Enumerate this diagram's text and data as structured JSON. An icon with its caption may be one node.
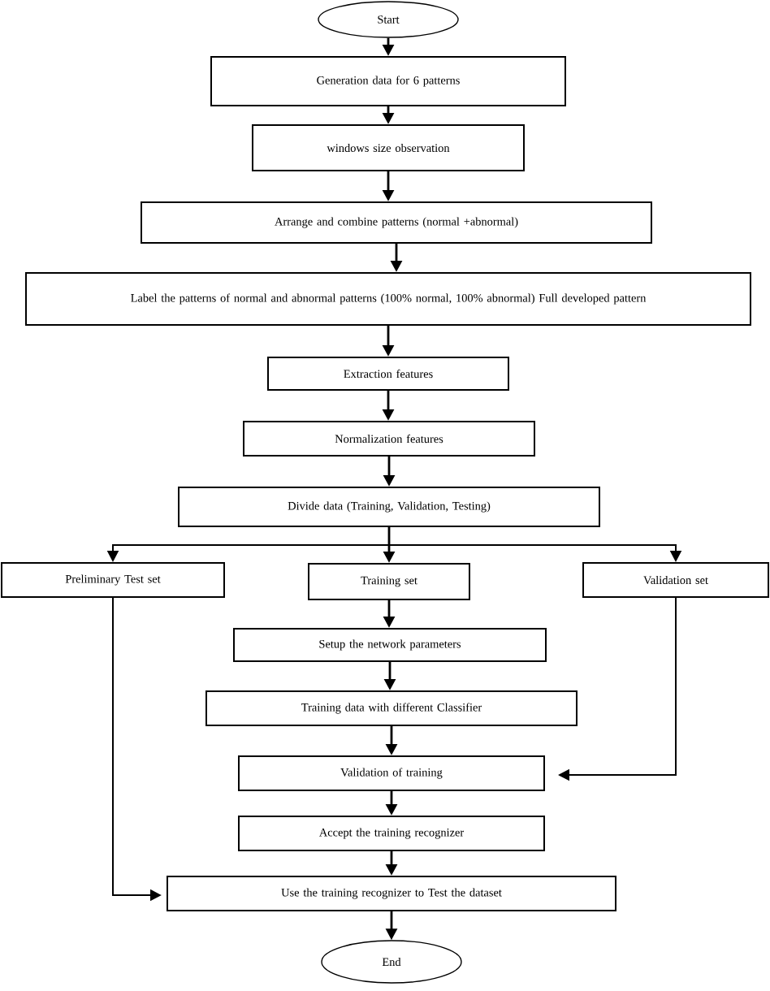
{
  "diagram": {
    "nodes": [
      {
        "text": [
          "Start"
        ]
      },
      {
        "text": [
          "Generation data for 6 patterns"
        ]
      },
      {
        "text": [
          "windows size observation"
        ]
      },
      {
        "text": [
          "Arrange and combine patterns (normal +abnormal)"
        ]
      },
      {
        "text": [
          "Label the patterns of normal and abnormal patterns (100% normal, 100% abnormal) Full developed pattern"
        ]
      },
      {
        "text": [
          "Extraction features"
        ]
      },
      {
        "text": [
          "Normalization features"
        ]
      },
      {
        "text": [
          "Divide data (Training, Validation, Testing)"
        ]
      },
      {
        "text": [
          "Preliminary Test set"
        ]
      },
      {
        "text": [
          "Training set"
        ]
      },
      {
        "text": [
          "Validation set"
        ]
      },
      {
        "text": [
          "Setup the network parameters"
        ]
      },
      {
        "text": [
          "Training data with different Classifier"
        ]
      },
      {
        "text": [
          "Validation of training"
        ]
      },
      {
        "text": [
          "Accept the training recognizer"
        ]
      },
      {
        "text": [
          "Use the training recognizer to Test the dataset"
        ]
      },
      {
        "text": [
          "End"
        ]
      }
    ],
    "edges": [
      {
        "from": 0,
        "to": 1,
        "arrow": "to"
      },
      {
        "from": 1,
        "to": 2,
        "arrow": "to"
      },
      {
        "from": 2,
        "to": 3,
        "arrow": "to"
      },
      {
        "from": 3,
        "to": 4,
        "arrow": "to"
      },
      {
        "from": 4,
        "to": 5,
        "arrow": "to"
      },
      {
        "from": 5,
        "to": 6,
        "arrow": "to"
      },
      {
        "from": 6,
        "to": 7,
        "arrow": "to"
      },
      {
        "from": 7,
        "to": 8,
        "arrow": "to"
      },
      {
        "from": 7,
        "to": 9,
        "arrow": "to"
      },
      {
        "from": 7,
        "to": 10,
        "arrow": "to"
      },
      {
        "from": 9,
        "to": 11,
        "arrow": "to"
      },
      {
        "from": 11,
        "to": 12,
        "arrow": "to"
      },
      {
        "from": 12,
        "to": 13,
        "arrow": "to"
      },
      {
        "from": 10,
        "to": 13,
        "arrow": "to"
      },
      {
        "from": 13,
        "to": 14,
        "arrow": "to"
      },
      {
        "from": 14,
        "to": 15,
        "arrow": "to"
      },
      {
        "from": 8,
        "to": 15,
        "arrow": "to"
      },
      {
        "from": 15,
        "to": 16,
        "arrow": "to"
      }
    ]
  }
}
